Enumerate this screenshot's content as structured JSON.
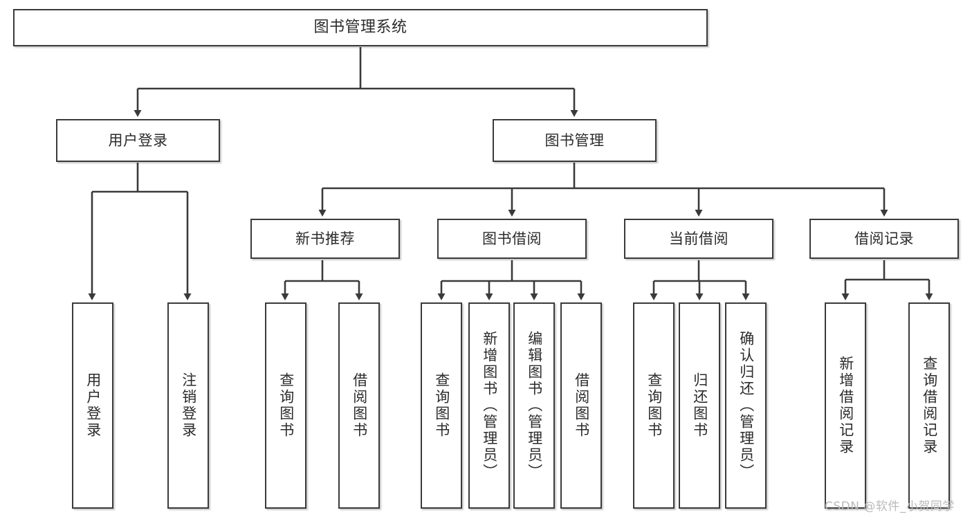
{
  "diagram": {
    "title": "图书管理系统",
    "type": "tree-hierarchy",
    "root": {
      "label": "图书管理系统"
    },
    "level2": [
      {
        "label": "用户登录"
      },
      {
        "label": "图书管理"
      }
    ],
    "level3": [
      {
        "label": "新书推荐"
      },
      {
        "label": "图书借阅"
      },
      {
        "label": "当前借阅"
      },
      {
        "label": "借阅记录"
      }
    ],
    "leaves": {
      "user_login": [
        {
          "label": "用户登录"
        },
        {
          "label": "注销登录"
        }
      ],
      "new_book_recommend": [
        {
          "label": "查询图书"
        },
        {
          "label": "借阅图书"
        }
      ],
      "book_borrow": [
        {
          "label": "查询图书"
        },
        {
          "label": "新增图书（管理员）"
        },
        {
          "label": "编辑图书（管理员）"
        },
        {
          "label": "借阅图书"
        }
      ],
      "current_borrow": [
        {
          "label": "查询图书"
        },
        {
          "label": "归还图书"
        },
        {
          "label": "确认归还（管理员）"
        }
      ],
      "borrow_record": [
        {
          "label": "新增借阅记录"
        },
        {
          "label": "查询借阅记录"
        }
      ]
    }
  },
  "watermark": {
    "text": "CSDN @软件_小贺同学"
  },
  "colors": {
    "box_border": "#3a3a3a",
    "box_fill": "#ffffff",
    "edge": "#3a3a3a",
    "text": "#2b2b2b",
    "watermark": "#b9b9b9",
    "background": "#ffffff"
  }
}
